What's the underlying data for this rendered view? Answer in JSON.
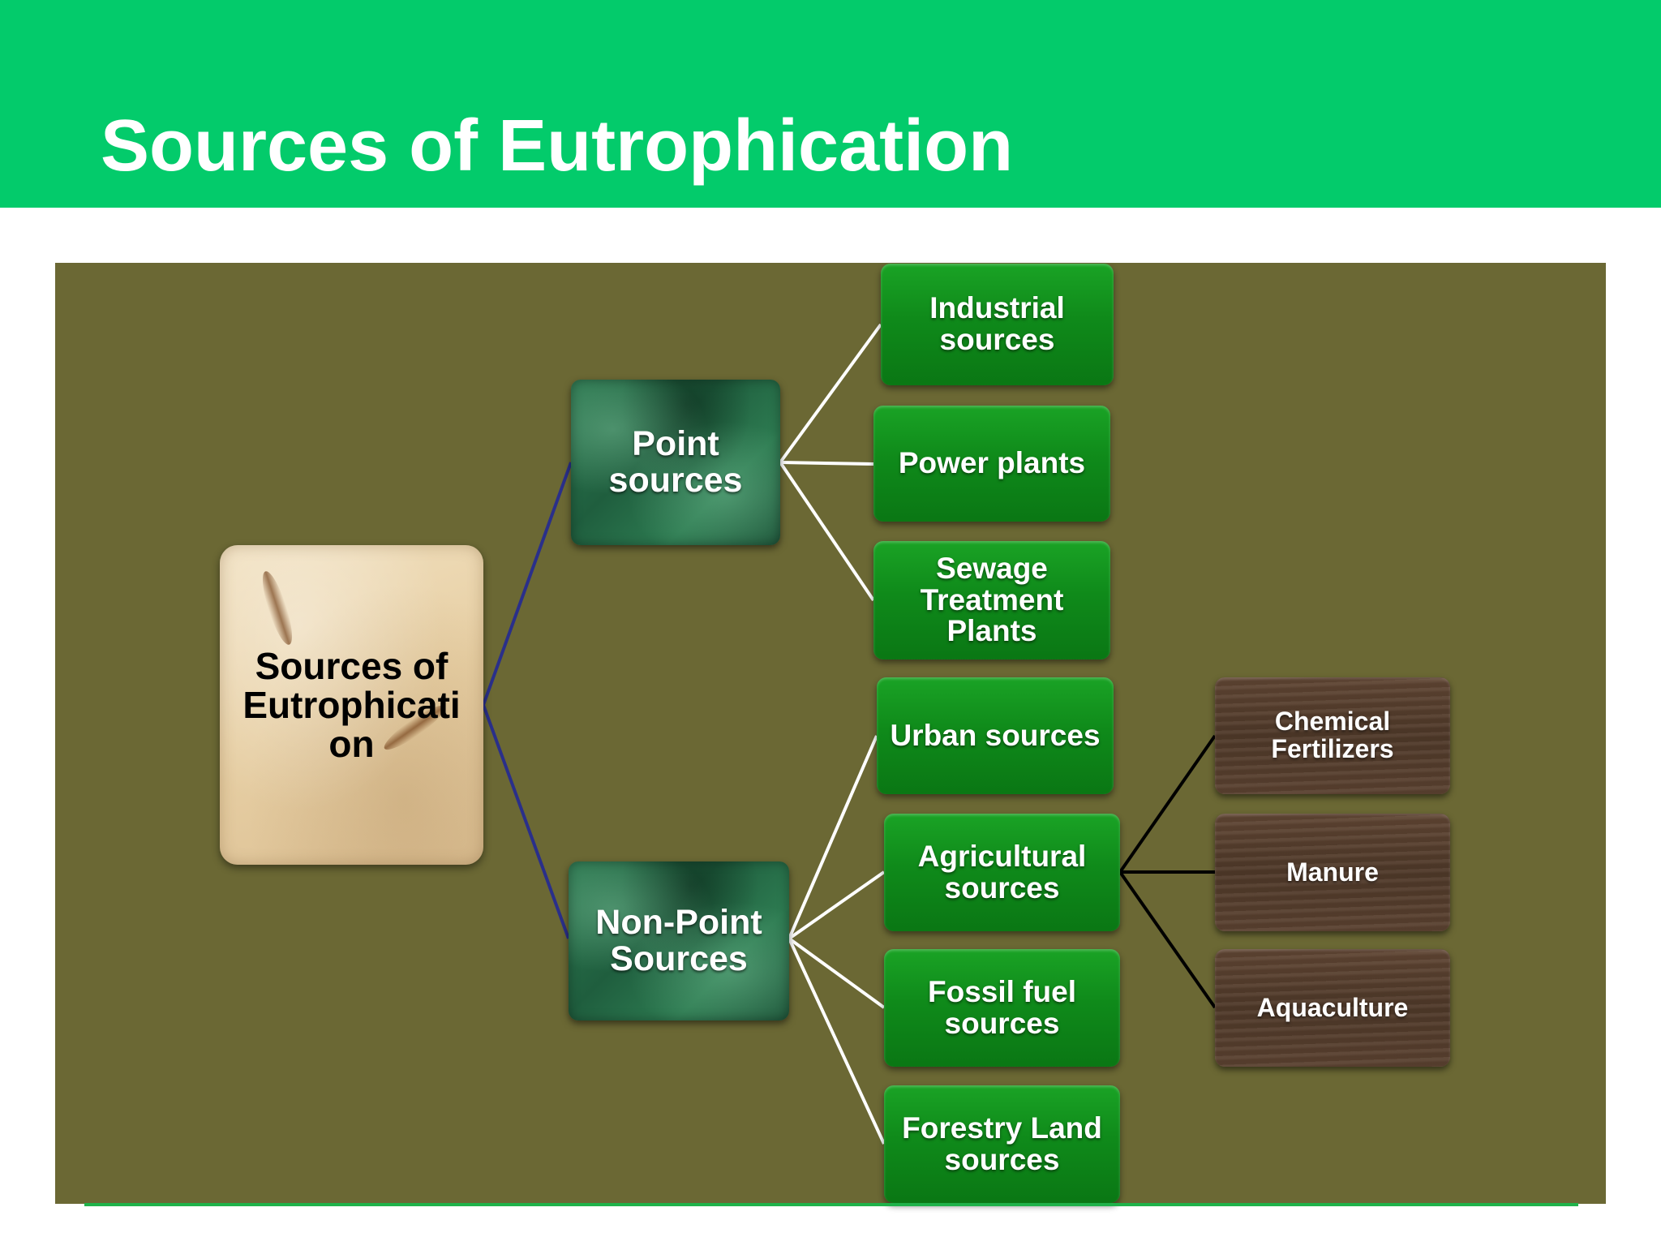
{
  "slide": {
    "title": "Sources of Eutrophication"
  },
  "diagram": {
    "root": {
      "lines": [
        "Sources of",
        "Eutrophicati",
        "on"
      ]
    },
    "point": {
      "lines": [
        "Point",
        "sources"
      ],
      "children": [
        {
          "lines": [
            "Industrial",
            "sources"
          ]
        },
        {
          "lines": [
            "Power plants"
          ]
        },
        {
          "lines": [
            "Sewage",
            "Treatment",
            "Plants"
          ]
        }
      ]
    },
    "nonpoint": {
      "lines": [
        "Non-Point",
        "Sources"
      ],
      "children": [
        {
          "lines": [
            "Urban sources"
          ]
        },
        {
          "lines": [
            "Agricultural",
            "sources"
          ]
        },
        {
          "lines": [
            "Fossil fuel",
            "sources"
          ]
        },
        {
          "lines": [
            "Forestry Land",
            "sources"
          ]
        }
      ]
    },
    "agricultural_children": [
      {
        "lines": [
          "Chemical",
          "Fertilizers"
        ]
      },
      {
        "lines": [
          "Manure"
        ]
      },
      {
        "lines": [
          "Aquaculture"
        ]
      }
    ],
    "colors": {
      "header": "#03cb6b",
      "panel": "#6b6834",
      "root_connector": "#2a2f8a",
      "branch_connector": "#ffffff",
      "leaf_connector": "#000000"
    }
  }
}
